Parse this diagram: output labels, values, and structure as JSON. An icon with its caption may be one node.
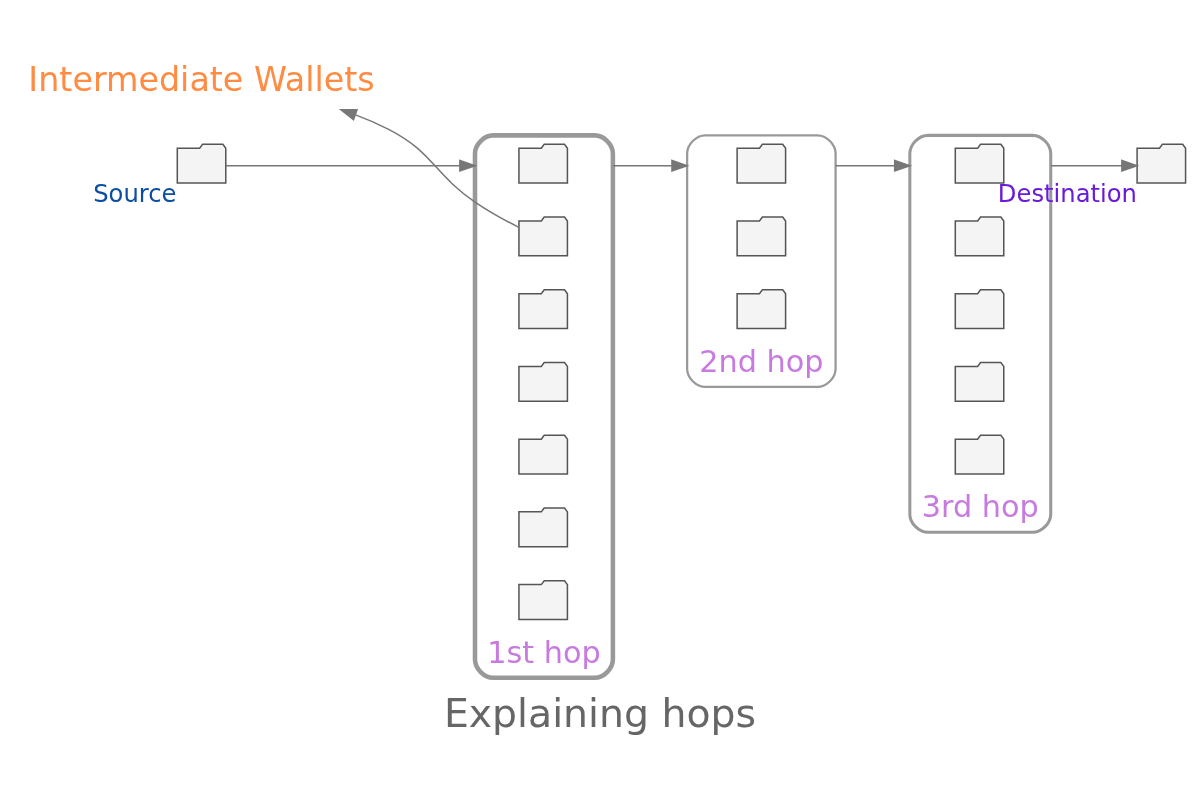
{
  "diagram": {
    "caption": "Explaining hops",
    "nodes": [
      {
        "text": [
          "Intermediate Wallets"
        ]
      },
      {
        "text": [],
        "shape": "wallet",
        "beside": [
          "Source"
        ]
      },
      {
        "text": [
          "1st hop"
        ]
      },
      {
        "text": [],
        "shape": "wallet",
        "in": 2
      },
      {
        "text": [],
        "shape": "wallet",
        "in": 2
      },
      {
        "text": [],
        "shape": "wallet",
        "in": 2
      },
      {
        "text": [],
        "shape": "wallet",
        "in": 2
      },
      {
        "text": [],
        "shape": "wallet",
        "in": 2
      },
      {
        "text": [],
        "shape": "wallet",
        "in": 2
      },
      {
        "text": [],
        "shape": "wallet",
        "in": 2
      },
      {
        "text": [
          "2nd hop"
        ]
      },
      {
        "text": [],
        "shape": "wallet",
        "in": 10
      },
      {
        "text": [],
        "shape": "wallet",
        "in": 10
      },
      {
        "text": [],
        "shape": "wallet",
        "in": 10
      },
      {
        "text": [
          "3rd hop"
        ]
      },
      {
        "text": [],
        "shape": "wallet",
        "in": 14
      },
      {
        "text": [],
        "shape": "wallet",
        "in": 14
      },
      {
        "text": [],
        "shape": "wallet",
        "in": 14
      },
      {
        "text": [],
        "shape": "wallet",
        "in": 14
      },
      {
        "text": [],
        "shape": "wallet",
        "in": 14
      },
      {
        "text": [],
        "shape": "wallet",
        "beside": [
          "Destination"
        ]
      }
    ],
    "edges": [
      {
        "from": 1,
        "to": 2,
        "arrow": "to"
      },
      {
        "from": 2,
        "to": 10,
        "arrow": "to"
      },
      {
        "from": 10,
        "to": 14,
        "arrow": "to"
      },
      {
        "from": 14,
        "to": 20,
        "arrow": "to"
      },
      {
        "from": 4,
        "to": 0,
        "arrow": "to"
      }
    ]
  }
}
